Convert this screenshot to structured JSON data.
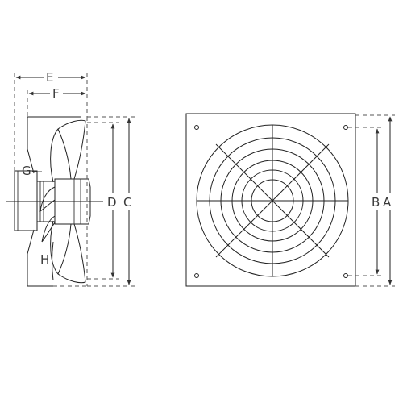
{
  "diagram": {
    "side_view_labels": {
      "E": "E",
      "F": "F",
      "G": "G",
      "H": "H",
      "D": "D",
      "C": "C"
    },
    "front_view_labels": {
      "B": "B",
      "A": "A"
    },
    "colors": {
      "line": "#222222",
      "label": "#3a3a3a",
      "background": "#ffffff"
    }
  }
}
